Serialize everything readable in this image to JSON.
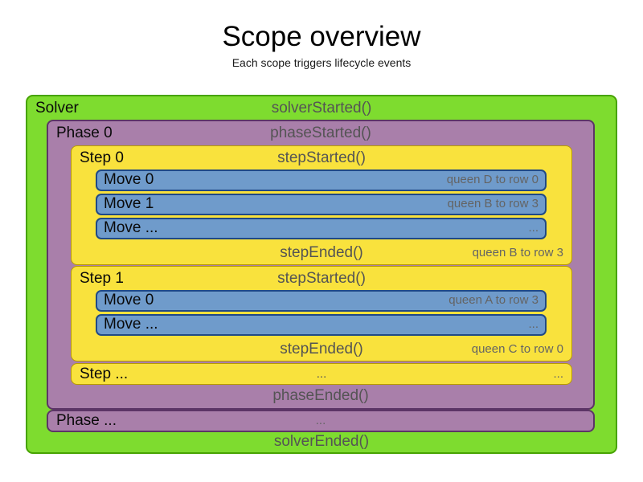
{
  "header": {
    "title": "Scope overview",
    "subtitle": "Each scope triggers lifecycle events"
  },
  "colors": {
    "solver_fill": "#7edc2f",
    "solver_border": "#47a302",
    "phase_fill": "#a97faa",
    "phase_border": "#5c3566",
    "step_fill": "#f9e23d",
    "step_border": "#b89b00",
    "move_fill": "#6f9bcb",
    "move_border": "#204a87",
    "event_text": "#545454",
    "note_text": "#646464"
  },
  "solver": {
    "label": "Solver",
    "started": "solverStarted()",
    "ended": "solverEnded()",
    "phases": [
      {
        "label": "Phase 0",
        "started": "phaseStarted()",
        "ended": "phaseEnded()",
        "steps": [
          {
            "label": "Step 0",
            "started": "stepStarted()",
            "ended": "stepEnded()",
            "ended_note": "queen B to row 3",
            "moves": [
              {
                "label": "Move 0",
                "note": "queen D to row 0"
              },
              {
                "label": "Move 1",
                "note": "queen B to row 3"
              },
              {
                "label": "Move ...",
                "note": "..."
              }
            ]
          },
          {
            "label": "Step 1",
            "started": "stepStarted()",
            "ended": "stepEnded()",
            "ended_note": "queen C to row 0",
            "moves": [
              {
                "label": "Move 0",
                "note": "queen A to row 3"
              },
              {
                "label": "Move ...",
                "note": "..."
              }
            ]
          },
          {
            "label": "Step ...",
            "center": "...",
            "note": "..."
          }
        ]
      },
      {
        "label": "Phase ...",
        "center": "..."
      }
    ]
  }
}
